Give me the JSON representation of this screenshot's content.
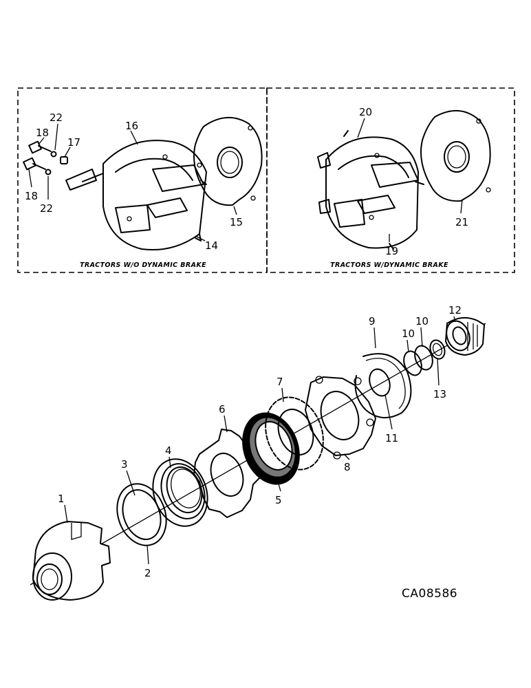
{
  "panels": {
    "left_caption": "TRACTORS W/O DYNAMIC BRAKE",
    "right_caption": "TRACTORS W/DYNAMIC BRAKE"
  },
  "callouts": {
    "c1": "1",
    "c2": "2",
    "c3": "3",
    "c4": "4",
    "c5": "5",
    "c6": "6",
    "c7": "7",
    "c8": "8",
    "c9": "9",
    "c10a": "10",
    "c10b": "10",
    "c11": "11",
    "c12": "12",
    "c13": "13",
    "c14": "14",
    "c15": "15",
    "c16": "16",
    "c17": "17",
    "c18a": "18",
    "c18b": "18",
    "c19": "19",
    "c20": "20",
    "c21": "21",
    "c22a": "22",
    "c22b": "22"
  },
  "reference_code": "CA08586"
}
